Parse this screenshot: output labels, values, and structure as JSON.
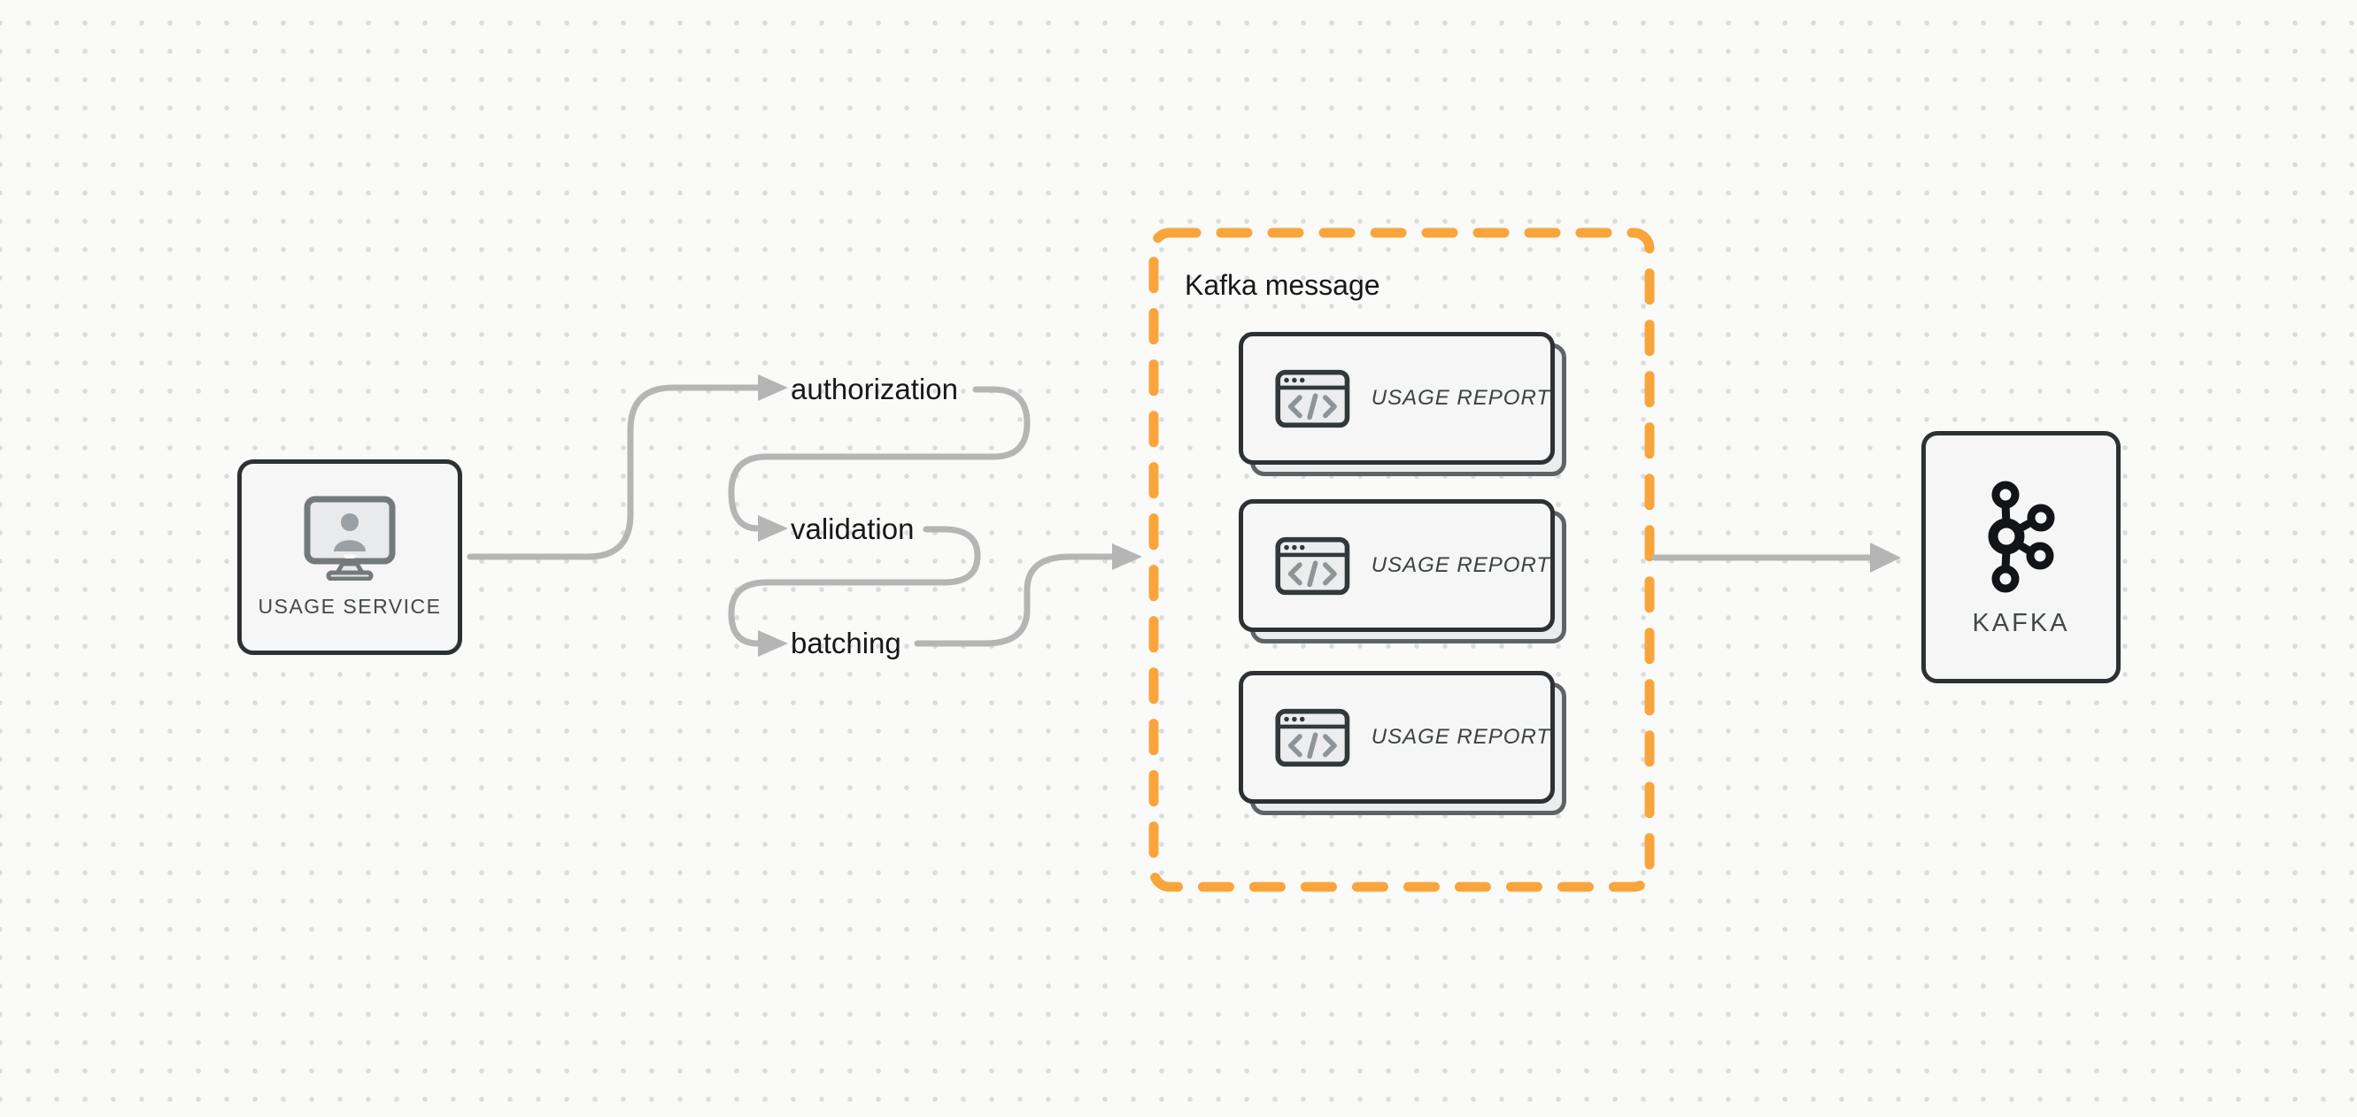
{
  "diagram": {
    "type": "flow-diagram",
    "background": "#fafaf9",
    "dot_grid_color": "#dbdcdd"
  },
  "colors": {
    "arrow_gray": "#b5b5b5",
    "node_border": "#2d3134",
    "node_fill": "#f5f6f5",
    "group_border_orange": "#f9a53c",
    "text_dark": "#17181a",
    "text_muted": "#43484b",
    "icon_gray": "#8f9496"
  },
  "nodes": {
    "usage_service": {
      "label": "USAGE SERVICE",
      "icon": "monitor-user-icon"
    },
    "kafka": {
      "label": "KAFKA",
      "icon": "kafka-logo-icon"
    }
  },
  "pipeline_steps": [
    {
      "label": "authorization"
    },
    {
      "label": "validation"
    },
    {
      "label": "batching"
    }
  ],
  "kafka_message_group": {
    "title": "Kafka message",
    "cards": [
      {
        "label": "USAGE REPORT",
        "icon": "code-window-icon"
      },
      {
        "label": "USAGE REPORT",
        "icon": "code-window-icon"
      },
      {
        "label": "USAGE REPORT",
        "icon": "code-window-icon"
      }
    ]
  }
}
